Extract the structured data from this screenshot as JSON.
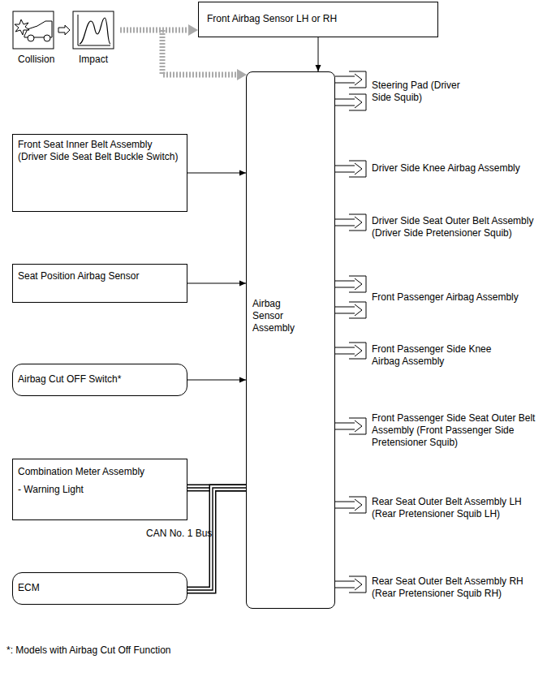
{
  "diagram": {
    "nodes": [
      {
        "text": [
          "Front Airbag Sensor LH or RH"
        ]
      },
      {
        "text": [
          "Airbag Sensor Assembly"
        ]
      },
      {
        "text": [
          "Front Seat Inner Belt Assembly (Driver Side Seat Belt Buckle Switch)"
        ]
      },
      {
        "text": [
          "Seat Position Airbag Sensor"
        ]
      },
      {
        "text": [
          "Airbag Cut OFF Switch*"
        ]
      },
      {
        "text": [
          "Combination Meter Assembly",
          "- Warning Light"
        ]
      },
      {
        "text": [
          "ECM"
        ]
      },
      {
        "text": [
          "Steering Pad (Driver Side Squib)"
        ]
      },
      {
        "text": [
          "Driver Side Knee Airbag Assembly"
        ]
      },
      {
        "text": [
          "Driver Side Seat Outer Belt Assembly (Driver Side Pretensioner Squib)"
        ]
      },
      {
        "text": [
          "Front Passenger Airbag Assembly"
        ]
      },
      {
        "text": [
          "Front Passenger Side Knee Airbag Assembly"
        ]
      },
      {
        "text": [
          "Front Passenger Side Seat Outer Belt Assembly (Front Passenger Side Pretensioner Squib)"
        ]
      },
      {
        "text": [
          "Rear Seat Outer Belt Assembly LH (Rear Pretensioner Squib LH)"
        ]
      },
      {
        "text": [
          "Rear Seat Outer Belt Assembly RH (Rear Pretensioner Squib RH)"
        ]
      }
    ],
    "edges": [
      {
        "from": 0,
        "to": 1,
        "arrow": "to"
      },
      {
        "from": 2,
        "to": 1,
        "arrow": "to"
      },
      {
        "from": 3,
        "to": 1,
        "arrow": "to"
      },
      {
        "from": 4,
        "to": 1,
        "arrow": "to"
      },
      {
        "from": 1,
        "to": 5,
        "arrow": "none"
      },
      {
        "from": 1,
        "to": 6,
        "arrow": "none"
      },
      {
        "from": 1,
        "to": 7,
        "arrow": "none"
      },
      {
        "from": 1,
        "to": 7,
        "arrow": "none"
      },
      {
        "from": 1,
        "to": 8,
        "arrow": "none"
      },
      {
        "from": 1,
        "to": 9,
        "arrow": "none"
      },
      {
        "from": 1,
        "to": 10,
        "arrow": "none"
      },
      {
        "from": 1,
        "to": 10,
        "arrow": "none"
      },
      {
        "from": 1,
        "to": 11,
        "arrow": "none"
      },
      {
        "from": 1,
        "to": 12,
        "arrow": "none"
      },
      {
        "from": 1,
        "to": 13,
        "arrow": "none"
      },
      {
        "from": 1,
        "to": 14,
        "arrow": "none"
      }
    ],
    "labels": [
      "Collision",
      "Impact",
      "CAN No. 1 Bus",
      "*: Models with Airbag Cut Off Function"
    ]
  }
}
